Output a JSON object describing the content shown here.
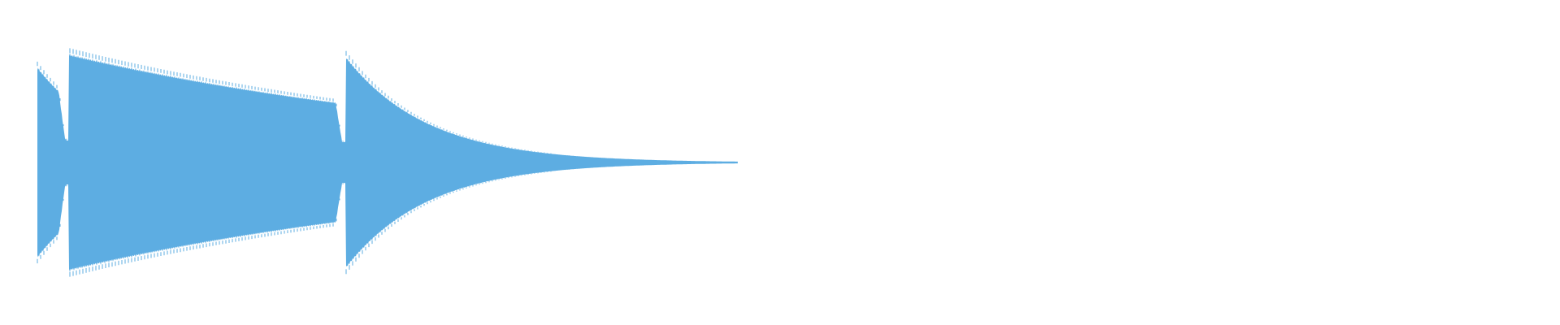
{
  "waveform": {
    "color": "#5dade2",
    "background": "#ffffff",
    "notes": [
      {
        "start": 0.0,
        "peak": 0.88,
        "decay": 0.09
      },
      {
        "start": 0.038,
        "peak": 1.0,
        "decay": 0.55
      },
      {
        "start": 0.374,
        "peak": 0.98,
        "decay": 0.1
      }
    ]
  }
}
